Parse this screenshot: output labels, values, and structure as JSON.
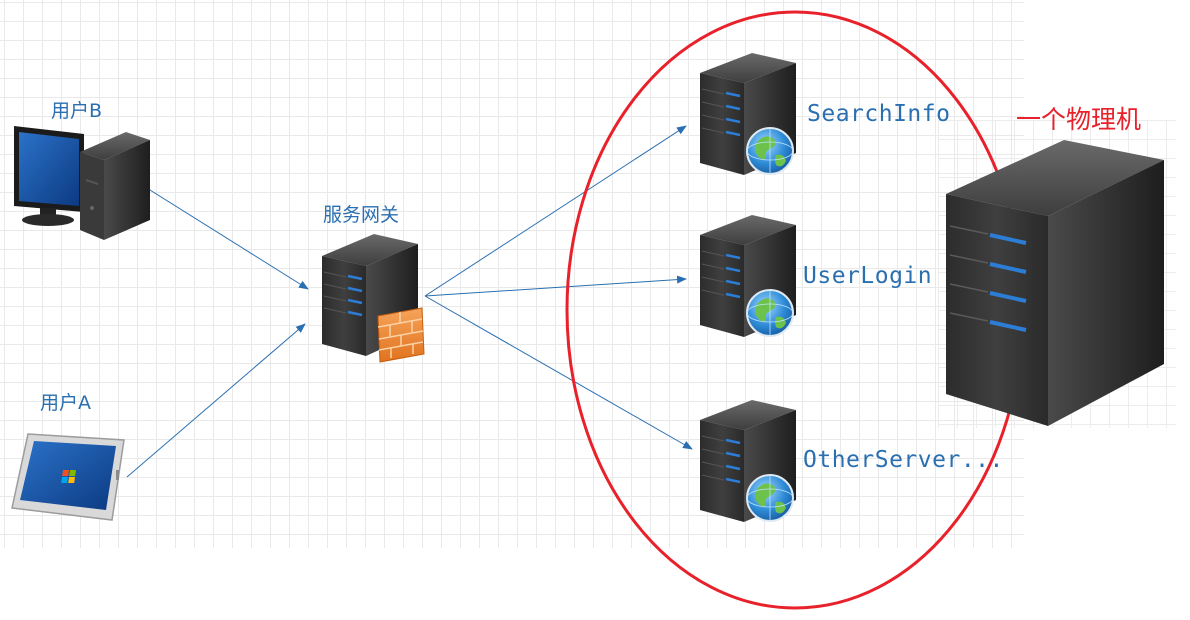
{
  "users": [
    {
      "id": "B",
      "label": "用户B",
      "device": "desktop-computer-icon"
    },
    {
      "id": "A",
      "label": "用户A",
      "device": "tablet-icon"
    }
  ],
  "gateway": {
    "label": "服务网关",
    "icon": "firewall-server-icon"
  },
  "services": [
    {
      "label": "SearchInfo",
      "icon": "web-server-icon"
    },
    {
      "label": "UserLogin",
      "icon": "web-server-icon"
    },
    {
      "label": "OtherServer...",
      "icon": "web-server-icon"
    }
  ],
  "physical_machine": {
    "label": "一个物理机",
    "icon": "physical-server-icon"
  },
  "colors": {
    "arrow": "#2a6fb0",
    "ellipse": "#e8212a",
    "label": "#2a6fb0"
  }
}
